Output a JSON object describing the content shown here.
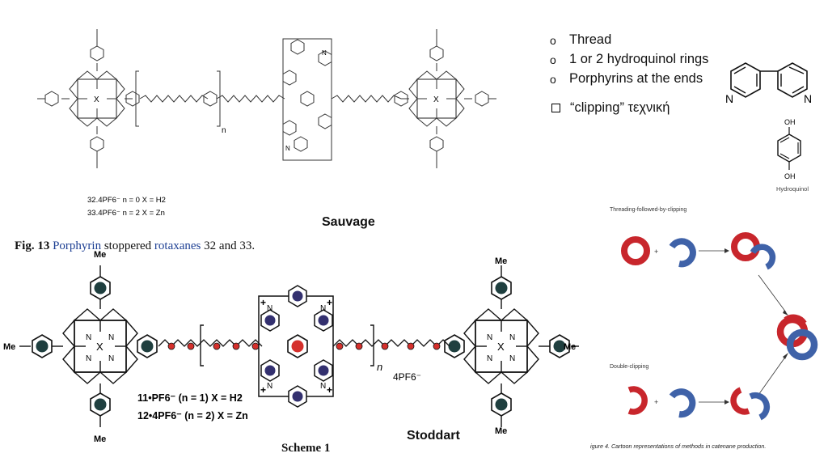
{
  "bullets": [
    {
      "marker": "o",
      "text": "Thread"
    },
    {
      "marker": "o",
      "text": "1 or 2 hydroquinol rings"
    },
    {
      "marker": "o",
      "text": "Porphyrins at the ends"
    }
  ],
  "clipping_bullet": "“clipping” τεχνική",
  "sauvage": {
    "label": "Sauvage",
    "compound_32": "32.4PF6⁻  n = 0  X = H2",
    "compound_33": "33.4PF6⁻  n = 2  X = Zn",
    "caption_prefix": "Fig. 13",
    "caption_word1": "Porphyrin",
    "caption_mid": "stoppered",
    "caption_word2": "rotaxanes",
    "caption_end": "32 and 33.",
    "atom_x": "X",
    "atom_n": "N",
    "repeat_n": "n"
  },
  "stoddart": {
    "label": "Stoddart",
    "compound_11": "11•PF6⁻ (n = 1) X = H2",
    "compound_12": "12•4PF6⁻ (n = 2) X = Zn",
    "counterion": "4PF6⁻",
    "scheme": "Scheme 1",
    "me": "Me",
    "atom_x": "X",
    "atom_n": "N",
    "plus": "+",
    "repeat_n": "n"
  },
  "bipyridine": {
    "n_left": "N",
    "n_right": "N"
  },
  "hydroquinol": {
    "oh_top": "OH",
    "oh_bottom": "OH",
    "label": "Hydroquinol"
  },
  "catenane_figure": {
    "title_top": "Threading-followed-by-clipping",
    "title_bottom": "Double-clipping",
    "plus": "+",
    "caption": "igure 4. Cartoon representations of methods in catenane production."
  },
  "colors": {
    "red_ring": "#c8262c",
    "blue_ring": "#3f62a8",
    "dark_teal": "#1f3f3f",
    "purple_bead": "#33306f",
    "red_bead": "#d5302c",
    "caption_blue": "#1d3f93"
  }
}
